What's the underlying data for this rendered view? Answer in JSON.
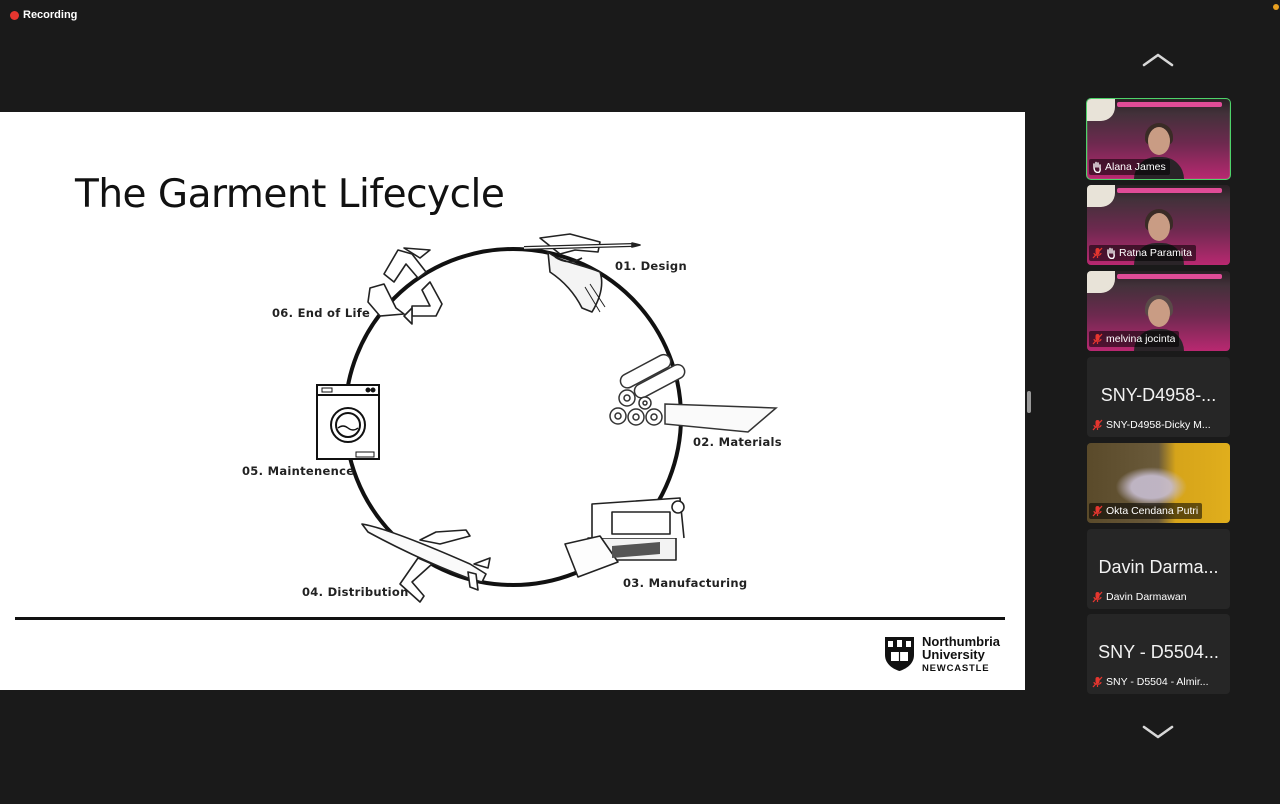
{
  "recording": {
    "label": "Recording",
    "color": "#e5362f"
  },
  "slide": {
    "title": "The Garment Lifecycle",
    "stages": [
      {
        "label": "01. Design",
        "icon": "hand-pencil-icon"
      },
      {
        "label": "02. Materials",
        "icon": "fabric-rolls-icon"
      },
      {
        "label": "03. Manufacturing",
        "icon": "sewing-machine-icon"
      },
      {
        "label": "04. Distribution",
        "icon": "airplane-icon"
      },
      {
        "label": "05. Maintenence",
        "icon": "washing-machine-icon"
      },
      {
        "label": "06. End of Life",
        "icon": "recycle-icon"
      }
    ],
    "logo": {
      "line1": "Northumbria",
      "line2": "University",
      "line3": "NEWCASTLE"
    }
  },
  "gallery": {
    "active_speaker_color": "#4ed36a",
    "participants": [
      {
        "name": "Alana James",
        "big_name": "",
        "muted": false,
        "hand_raised": true,
        "video": "pink"
      },
      {
        "name": "Ratna Paramita",
        "big_name": "",
        "muted": true,
        "hand_raised": true,
        "video": "pink"
      },
      {
        "name": "melvina jocinta",
        "big_name": "",
        "muted": true,
        "hand_raised": false,
        "video": "pink"
      },
      {
        "name": "SNY-D4958-Dicky M...",
        "big_name": "SNY-D4958-...",
        "muted": true,
        "hand_raised": false,
        "video": "none"
      },
      {
        "name": "Okta Cendana Putri",
        "big_name": "",
        "muted": true,
        "hand_raised": false,
        "video": "yellow"
      },
      {
        "name": "Davin Darmawan",
        "big_name": "Davin Darma...",
        "muted": true,
        "hand_raised": false,
        "video": "none"
      },
      {
        "name": "SNY - D5504 - Almir...",
        "big_name": "SNY - D5504...",
        "muted": true,
        "hand_raised": false,
        "video": "none"
      }
    ]
  }
}
